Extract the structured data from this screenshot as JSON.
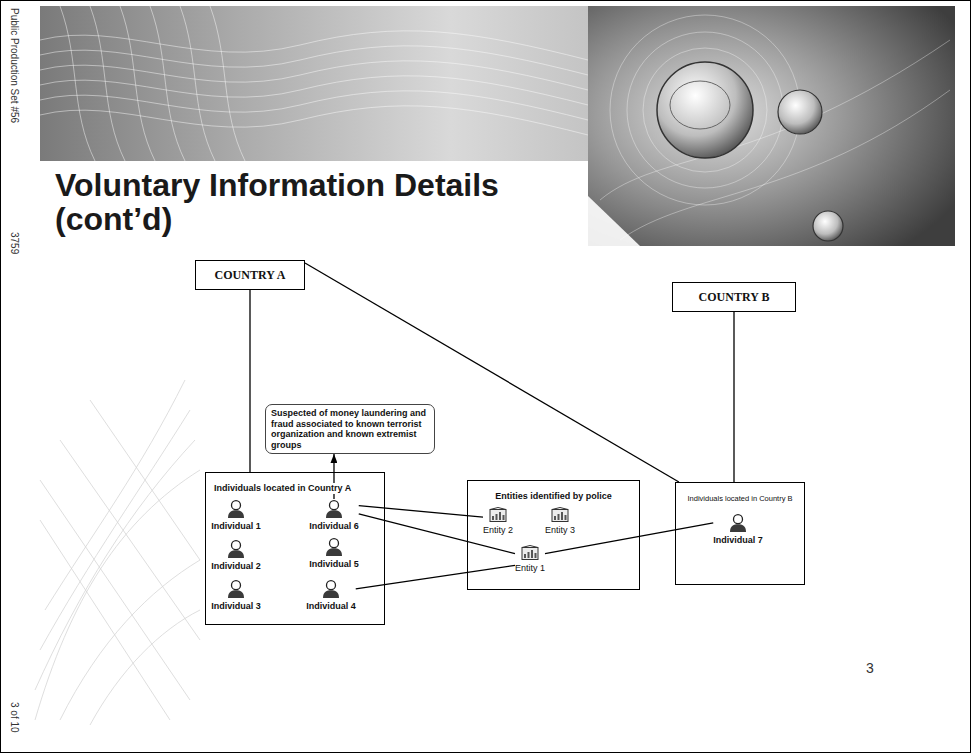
{
  "diagram": {
    "title": "Voluntary Information Details (cont’d)",
    "nodes": [
      {
        "text": [
          "COUNTRY A"
        ]
      },
      {
        "text": [
          "COUNTRY B"
        ]
      },
      {
        "text": [
          "Suspected of money laundering and fraud associated to known terrorist organization and known extremist groups"
        ]
      },
      {
        "text": [
          "Individuals located in Country A"
        ]
      },
      {
        "text": [
          "Individual 1"
        ],
        "in": 3
      },
      {
        "text": [
          "Individual 6"
        ],
        "in": 3
      },
      {
        "text": [
          "Individual 2"
        ],
        "in": 3
      },
      {
        "text": [
          "Individual 5"
        ],
        "in": 3
      },
      {
        "text": [
          "Individual 3"
        ],
        "in": 3
      },
      {
        "text": [
          "Individual 4"
        ],
        "in": 3
      },
      {
        "text": [
          "Entities identified by police"
        ]
      },
      {
        "text": [
          "Entity 2"
        ],
        "in": 10
      },
      {
        "text": [
          "Entity 3"
        ],
        "in": 10
      },
      {
        "text": [
          "Entity 1"
        ],
        "in": 10
      },
      {
        "text": [
          "Individuals located in Country B"
        ]
      },
      {
        "text": [
          "Individual 7"
        ],
        "in": 14
      }
    ],
    "edges": [
      {
        "from": 0,
        "to": 3,
        "arrow": "none"
      },
      {
        "from": 0,
        "to": 14,
        "arrow": "none"
      },
      {
        "from": 1,
        "to": 14,
        "arrow": "none"
      },
      {
        "from": 5,
        "to": 2,
        "arrow": "to"
      },
      {
        "from": 5,
        "to": 11,
        "arrow": "none"
      },
      {
        "from": 5,
        "to": 13,
        "arrow": "none"
      },
      {
        "from": 9,
        "to": 13,
        "arrow": "none"
      },
      {
        "from": 13,
        "to": 15,
        "arrow": "none"
      }
    ],
    "labels": [
      "Public Production Set #56",
      "3759",
      "3 of 10",
      "3"
    ]
  }
}
